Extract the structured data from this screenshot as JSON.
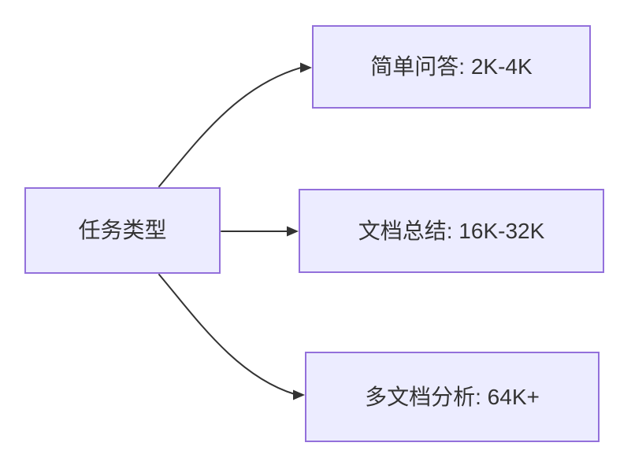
{
  "diagram": {
    "type": "flowchart-left-to-right",
    "colors": {
      "background": "#FFFFFF",
      "node_fill": "#ECECFF",
      "node_border": "#9370DB",
      "edge": "#333333",
      "text": "#333333"
    },
    "nodes": [
      {
        "id": "task-type",
        "label": "任务类型"
      },
      {
        "id": "simple-qa",
        "label": "简单问答: 2K-4K"
      },
      {
        "id": "doc-summary",
        "label": "文档总结: 16K-32K"
      },
      {
        "id": "multidoc-analysis",
        "label": "多文档分析: 64K+"
      }
    ],
    "edges": [
      {
        "from": "task-type",
        "to": "simple-qa"
      },
      {
        "from": "task-type",
        "to": "doc-summary"
      },
      {
        "from": "task-type",
        "to": "multidoc-analysis"
      }
    ]
  }
}
